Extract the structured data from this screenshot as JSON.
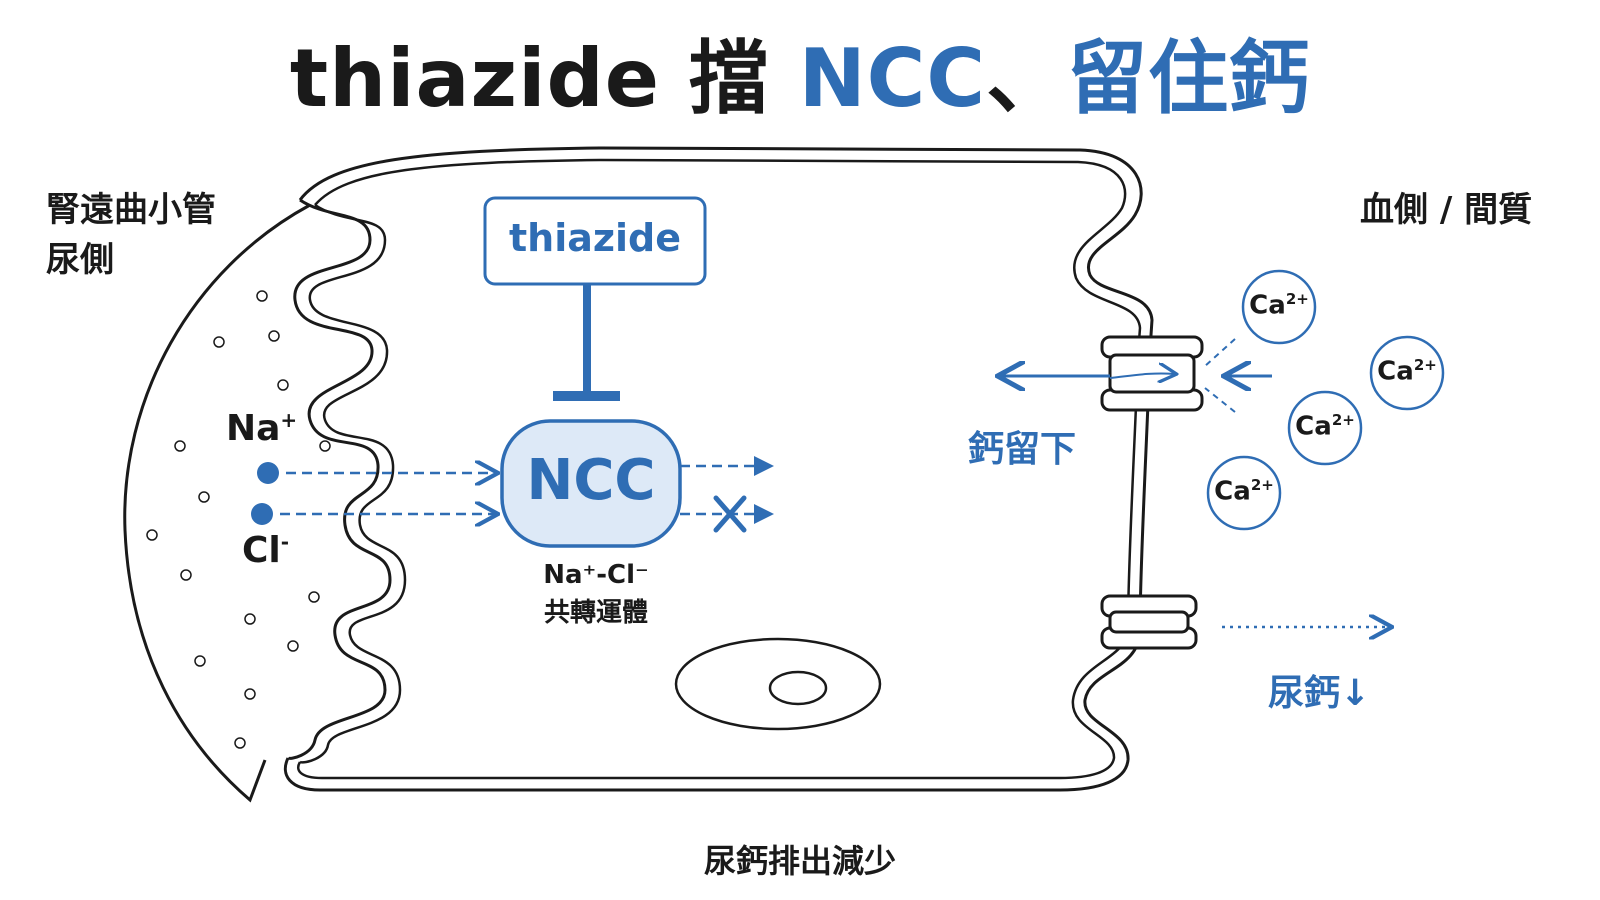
{
  "title": {
    "prefix": "thiazide 擋 ",
    "highlight1": "NCC",
    "separator": "、",
    "highlight2": "留住鈣"
  },
  "labels": {
    "lumen_side_line1": "腎遠曲小管",
    "lumen_side_line2": "尿側",
    "blood_side": "血側 / 間質",
    "na_ion": "Na",
    "na_charge": "+",
    "cl_ion": "Cl",
    "cl_charge": "-",
    "drug": "thiazide",
    "transporter": "NCC",
    "transporter_caption_line1": "Na⁺-Cl⁻",
    "transporter_caption_line2": "共轉運體",
    "calcium_retained": "鈣留下",
    "urine_calcium": "尿鈣↓",
    "footer": "尿鈣排出減少"
  },
  "calcium_ions": [
    {
      "symbol": "Ca",
      "charge": "2+"
    },
    {
      "symbol": "Ca",
      "charge": "2+"
    },
    {
      "symbol": "Ca",
      "charge": "2+"
    },
    {
      "symbol": "Ca",
      "charge": "2+"
    }
  ],
  "colors": {
    "accent": "#2f6db4",
    "ink": "#1a1a1a",
    "ncc_fill": "#dde9f7",
    "background": "#ffffff"
  },
  "icons": {
    "blocked": "x-mark-icon",
    "inhibition": "t-bar-inhibition-icon"
  }
}
